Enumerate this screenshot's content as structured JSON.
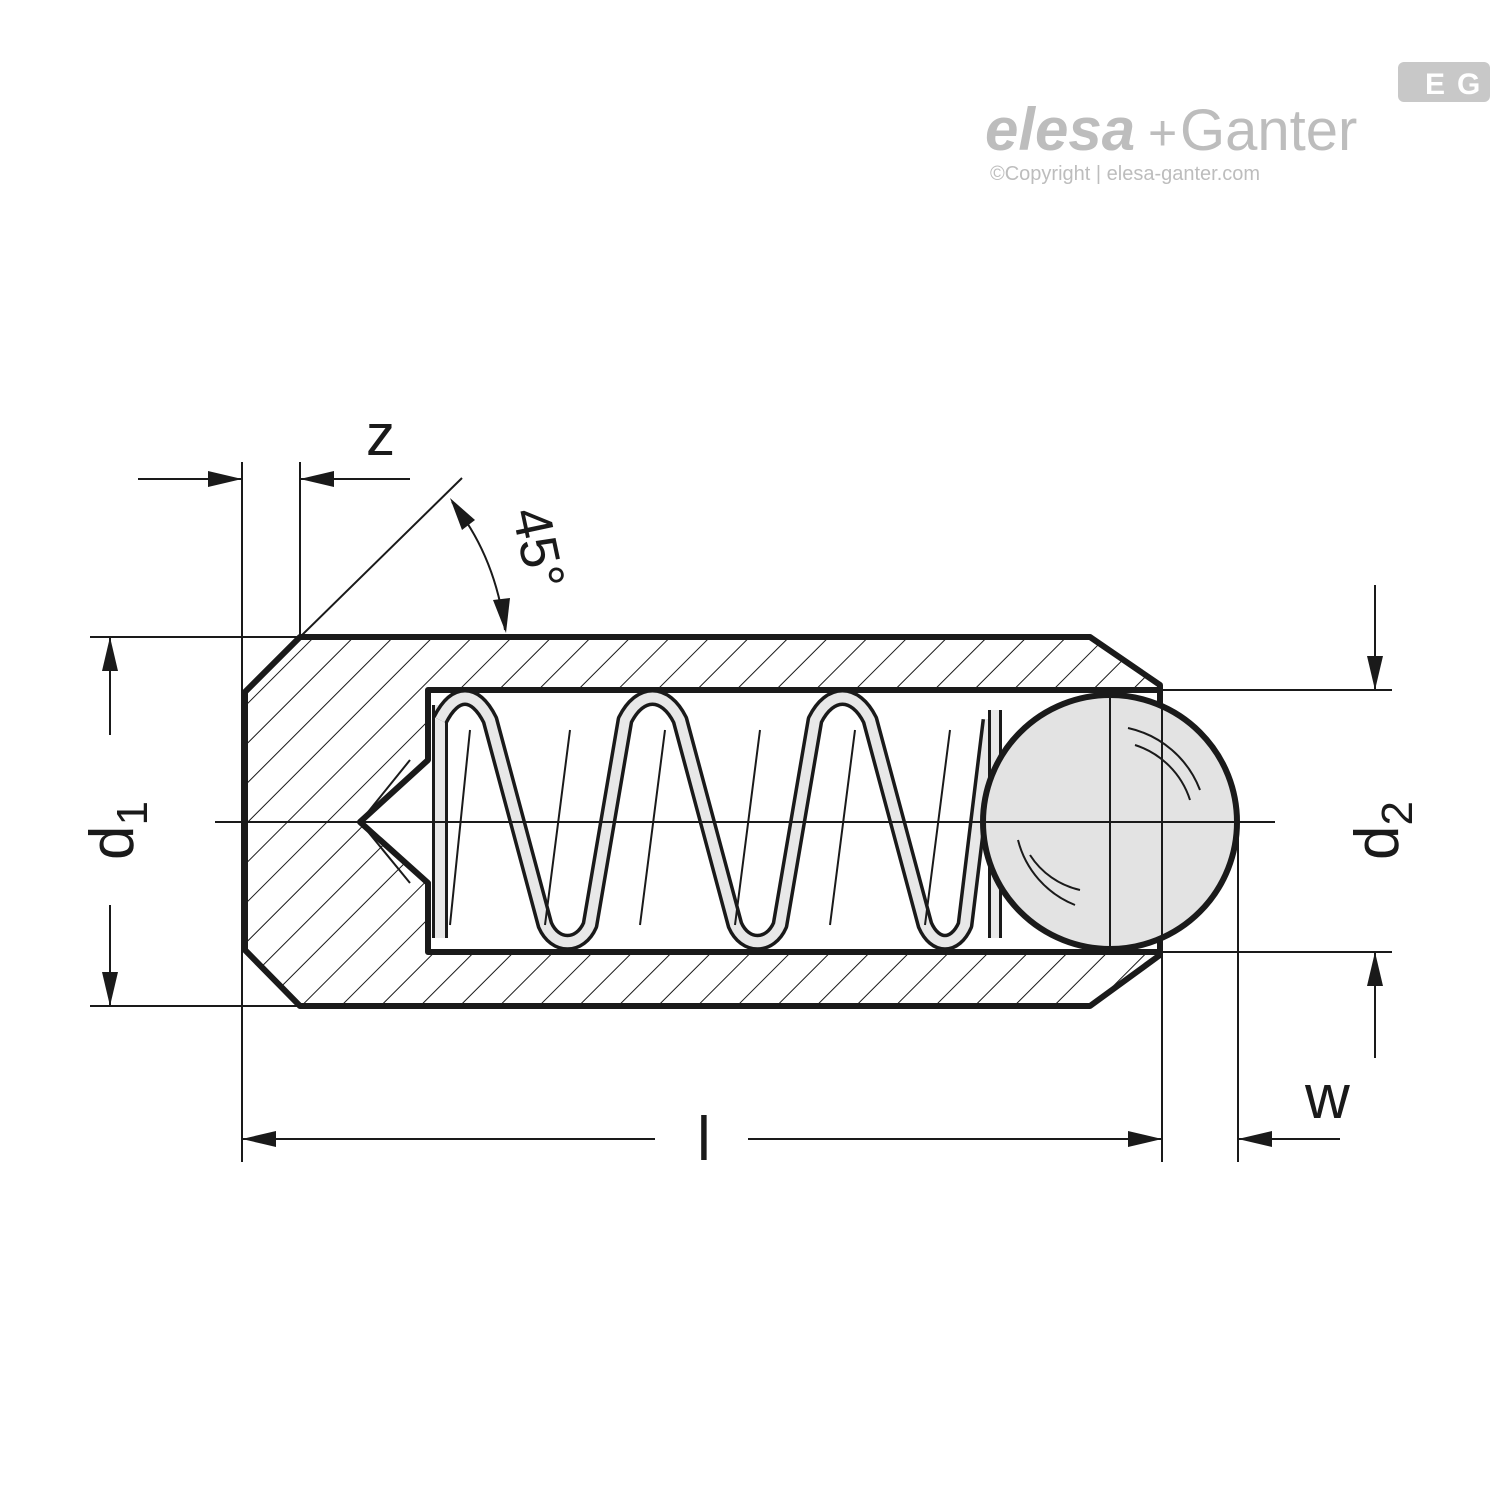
{
  "watermark": {
    "brand_elesa": "elesa",
    "brand_plus": "+",
    "brand_ganter": "Ganter",
    "copyright": "©Copyright | elesa-ganter.com",
    "badge_left": "E",
    "badge_right": "G"
  },
  "drawing": {
    "label_z": "z",
    "label_angle": "45°",
    "label_d": "d",
    "label_d1_sub": "1",
    "label_d2_sub": "2",
    "label_l": "l",
    "label_w": "w"
  },
  "colors": {
    "line": "#1a1a1a",
    "ball_fill": "#e3e3e3",
    "spring_fill": "#e8e8e8",
    "watermark": "#bdbdbd"
  }
}
